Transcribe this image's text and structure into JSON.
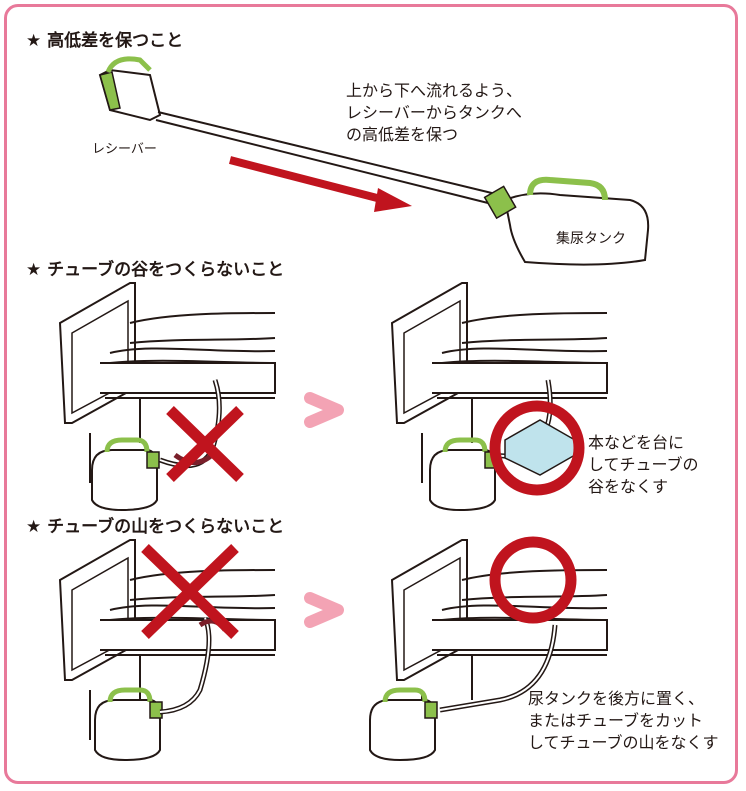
{
  "sections": [
    {
      "heading": "★ 高低差を保つこと"
    },
    {
      "heading": "★ チューブの谷をつくらないこと"
    },
    {
      "heading": "★ チューブの山をつくらないこと"
    }
  ],
  "section1": {
    "receiver_label": "レシーバー",
    "tank_label": "集尿タンク",
    "note": "上から下へ流れるよう、\nレシーバーからタンクへ\nの高低差を保つ"
  },
  "section2": {
    "note": "本などを台に\nしてチューブの\n谷をなくす"
  },
  "section3": {
    "note": "尿タンクを後方に置く、\nまたはチューブをカット\nしてチューブの山をなくす"
  },
  "colors": {
    "frame": "#e8799a",
    "mark_red": "#c0141e",
    "handle_green": "#8cc04b",
    "arrow_pink": "#f3a3b4",
    "book_blue": "#bfe3ec"
  }
}
